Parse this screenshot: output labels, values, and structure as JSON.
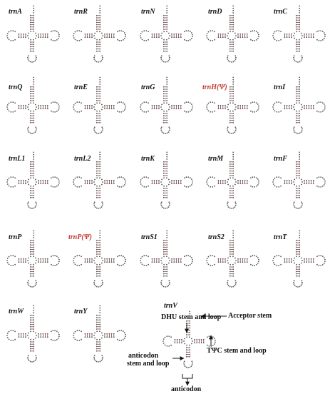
{
  "figure": {
    "trnas": [
      {
        "name": "trnA",
        "highlight": false
      },
      {
        "name": "trnR",
        "highlight": false
      },
      {
        "name": "trnN",
        "highlight": false
      },
      {
        "name": "trnD",
        "highlight": false
      },
      {
        "name": "trnC",
        "highlight": false
      },
      {
        "name": "trnQ",
        "highlight": false
      },
      {
        "name": "trnE",
        "highlight": false
      },
      {
        "name": "trnG",
        "highlight": false
      },
      {
        "name": "trnH(Ψ)",
        "highlight": true
      },
      {
        "name": "trnI",
        "highlight": false
      },
      {
        "name": "trnL1",
        "highlight": false
      },
      {
        "name": "trnL2",
        "highlight": false
      },
      {
        "name": "trnK",
        "highlight": false
      },
      {
        "name": "trnM",
        "highlight": false
      },
      {
        "name": "trnF",
        "highlight": false
      },
      {
        "name": "trnP",
        "highlight": false
      },
      {
        "name": "trnP(Ψ)",
        "highlight": true
      },
      {
        "name": "trnS1",
        "highlight": false
      },
      {
        "name": "trnS2",
        "highlight": false
      },
      {
        "name": "trnT",
        "highlight": false
      },
      {
        "name": "trnW",
        "highlight": false
      },
      {
        "name": "trnY",
        "highlight": false
      },
      {
        "name": "trnV",
        "highlight": false
      }
    ],
    "annotations": {
      "acceptor_stem": "Acceptor stem",
      "dhu_stem_loop": "DHU stem and loop",
      "tpsic_stem_loop": "TΨC stem and loop",
      "anticodon_stem_loop_line1": "anticodon",
      "anticodon_stem_loop_line2": "stem and loop",
      "anticodon": "anticodon"
    },
    "colors": {
      "dot": "#555555",
      "pair": "#8a1f1f",
      "highlight_label": "#c0392b",
      "text": "#111111"
    }
  }
}
